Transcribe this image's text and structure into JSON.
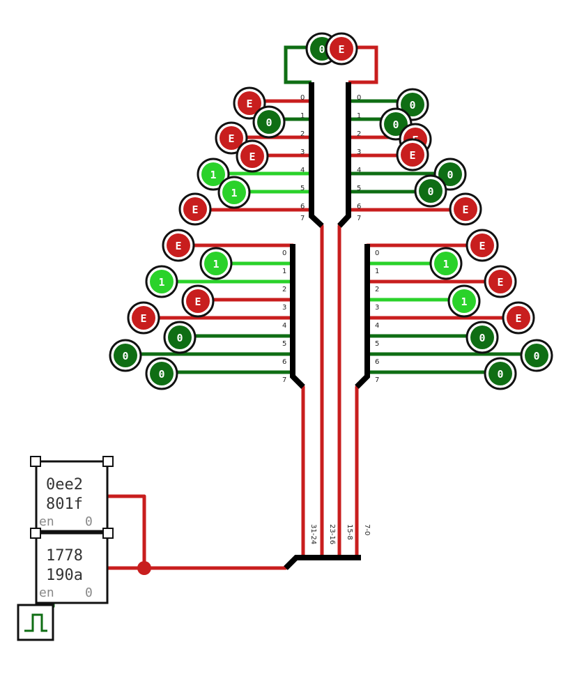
{
  "colors": {
    "red": "#c81e1e",
    "dark_green": "#0f6e14",
    "light_green": "#2ad22a",
    "bus": "#000000"
  },
  "bit_index_labels": [
    "0",
    "1",
    "2",
    "3",
    "4",
    "5",
    "6",
    "7"
  ],
  "top_probe": {
    "left": "0",
    "right": "E"
  },
  "groups": [
    {
      "id": "upper-left",
      "pins": [
        "E",
        "0",
        "E",
        "E",
        "1",
        "1",
        "E"
      ]
    },
    {
      "id": "upper-right",
      "pins": [
        "0",
        "0",
        "E",
        "E",
        "0",
        "0",
        "E"
      ]
    },
    {
      "id": "lower-left",
      "pins": [
        "E",
        "1",
        "1",
        "E",
        "E",
        "0",
        "0",
        "0"
      ]
    },
    {
      "id": "lower-right",
      "pins": [
        "E",
        "1",
        "E",
        "1",
        "E",
        "0",
        "0",
        "0"
      ]
    }
  ],
  "splitter_labels": [
    "31-24",
    "23-16",
    "15-8",
    "7-0"
  ],
  "registers": [
    {
      "line1": "0ee2",
      "line2": "801f",
      "enable_label": "en",
      "enable_value": "0"
    },
    {
      "line1": "1778",
      "line2": "190a",
      "enable_label": "en",
      "enable_value": "0"
    }
  ],
  "clock": {
    "icon": "clock-icon"
  }
}
